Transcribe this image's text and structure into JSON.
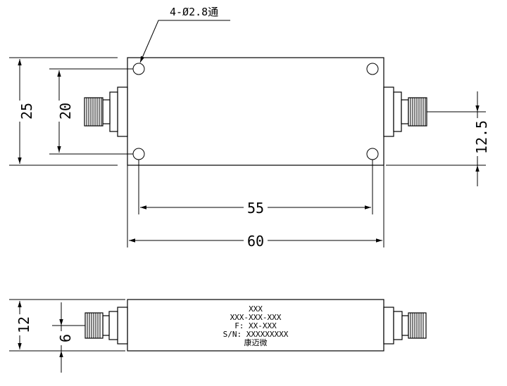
{
  "drawing": {
    "hole_note": "4-Ø2.8通",
    "dimensions": {
      "height_overall": "25",
      "hole_spacing_vertical": "20",
      "hole_spacing_horizontal": "55",
      "length_overall": "60",
      "connector_offset": "12.5",
      "side_height": "12",
      "side_connector_height": "6"
    },
    "label_plate": {
      "line1": "XXX",
      "line2": "XXX-XXX-XXX",
      "line3": "F: XX-XXX",
      "line4": "S/N: XXXXXXXXX",
      "line5": "康迈微"
    }
  }
}
